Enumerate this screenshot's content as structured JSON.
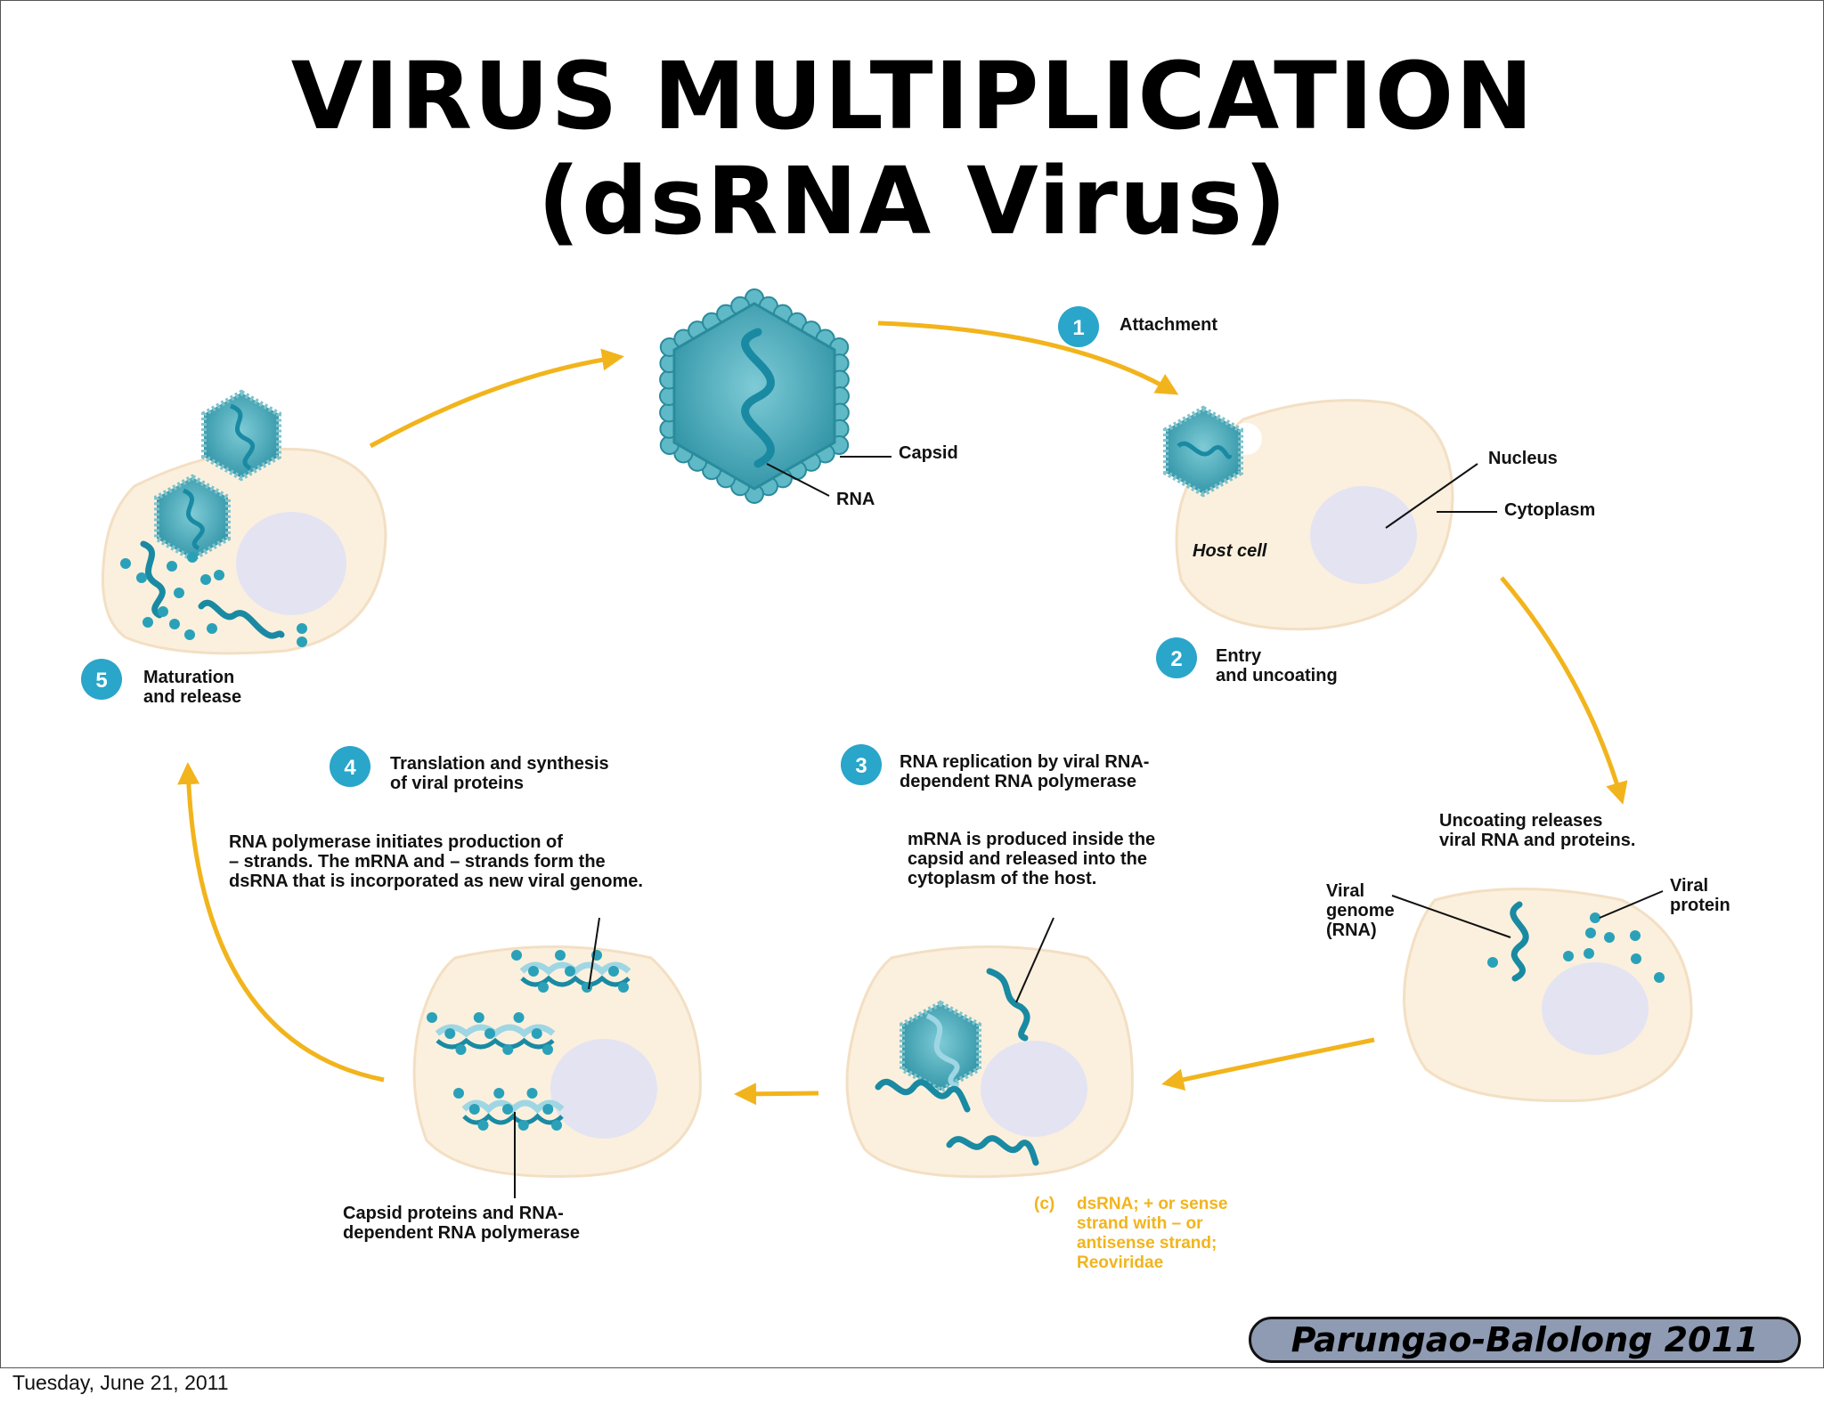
{
  "title": {
    "line1": "VIRUS MULTIPLICATION",
    "line2": "(dsRNA Virus)"
  },
  "virion_labels": {
    "capsid": "Capsid",
    "rna": "RNA"
  },
  "steps": [
    {
      "number": "1",
      "line1": "Attachment",
      "line2": ""
    },
    {
      "number": "2",
      "line1": "Entry",
      "line2": "and uncoating"
    },
    {
      "number": "3",
      "line1": "RNA replication by viral RNA-",
      "line2": "dependent RNA polymerase"
    },
    {
      "number": "4",
      "line1": "Translation and synthesis",
      "line2": "of viral proteins"
    },
    {
      "number": "5",
      "line1": "Maturation",
      "line2": "and release"
    }
  ],
  "cell_labels": {
    "nucleus": "Nucleus",
    "cytoplasm": "Cytoplasm",
    "host_cell": "Host cell"
  },
  "uncoating_note": {
    "line1": "Uncoating releases",
    "line2": "viral RNA and proteins."
  },
  "viral_genome": {
    "line1": "Viral",
    "line2": "genome",
    "line3": "(RNA)"
  },
  "viral_protein": {
    "line1": "Viral",
    "line2": "protein"
  },
  "mrna_note": {
    "line1": "mRNA is produced inside the",
    "line2": "capsid and released into the",
    "line3": "cytoplasm of the host."
  },
  "polymerase_note": {
    "line1": "RNA polymerase initiates production of",
    "line2": "– strands. The mRNA and – strands form the",
    "line3": "dsRNA that is incorporated as new viral genome."
  },
  "capsid_proteins_note": {
    "line1": "Capsid proteins and RNA-",
    "line2": "dependent RNA polymerase"
  },
  "caption": {
    "tag": "(c)",
    "line1": "dsRNA; + or sense",
    "line2": "strand with – or",
    "line3": "antisense strand;",
    "line4": "Reoviridae"
  },
  "credit": "Parungao-Balolong 2011",
  "footer_date": "Tuesday, June 21, 2011",
  "colors": {
    "arrow": "#f2b41c",
    "cell": "#fbf0de",
    "cell_edge": "#f3dfc3",
    "nucleus": "#e4e3f2",
    "teal": "#2aa1b8",
    "teal_dark": "#1b8ea6",
    "teal_light": "#9fd6e4",
    "badge": "#29a6c9"
  }
}
